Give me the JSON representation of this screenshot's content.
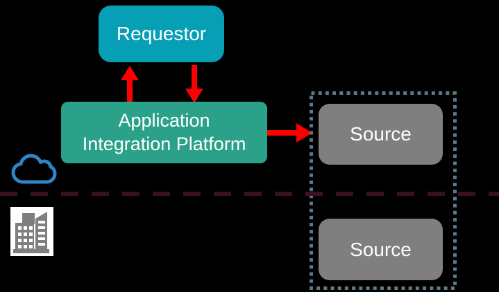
{
  "diagram": {
    "background_color": "#000000",
    "nodes": {
      "requestor": {
        "label": "Requestor",
        "fill": "#079FB6",
        "text_color": "#FFFFFF"
      },
      "platform": {
        "label": "Application Integration Platform",
        "fill": "#2BA18A",
        "text_color": "#FFFFFF"
      },
      "source_top": {
        "label": "Source",
        "fill": "#7F7F7F",
        "text_color": "#FFFFFF"
      },
      "source_bottom": {
        "label": "Source",
        "fill": "#7F7F7F",
        "text_color": "#FFFFFF"
      }
    },
    "connectors": {
      "requestor_up_arrow": {
        "direction": "up",
        "color": "#FF0000"
      },
      "requestor_down_arrow": {
        "direction": "down",
        "color": "#FF0000"
      },
      "platform_to_source_arrow": {
        "direction": "right",
        "color": "#FF0000"
      }
    },
    "containers": {
      "source_group": {
        "border_style": "dotted",
        "border_color": "#5E7989"
      }
    },
    "divider": {
      "style": "dashed",
      "color": "#3A1124",
      "meaning": ""
    },
    "icons": {
      "cloud": {
        "name": "cloud-icon",
        "color": "#2E86C8"
      },
      "building": {
        "name": "building-icon",
        "color": "#7F7F7F",
        "background": "#FFFFFF"
      }
    }
  }
}
